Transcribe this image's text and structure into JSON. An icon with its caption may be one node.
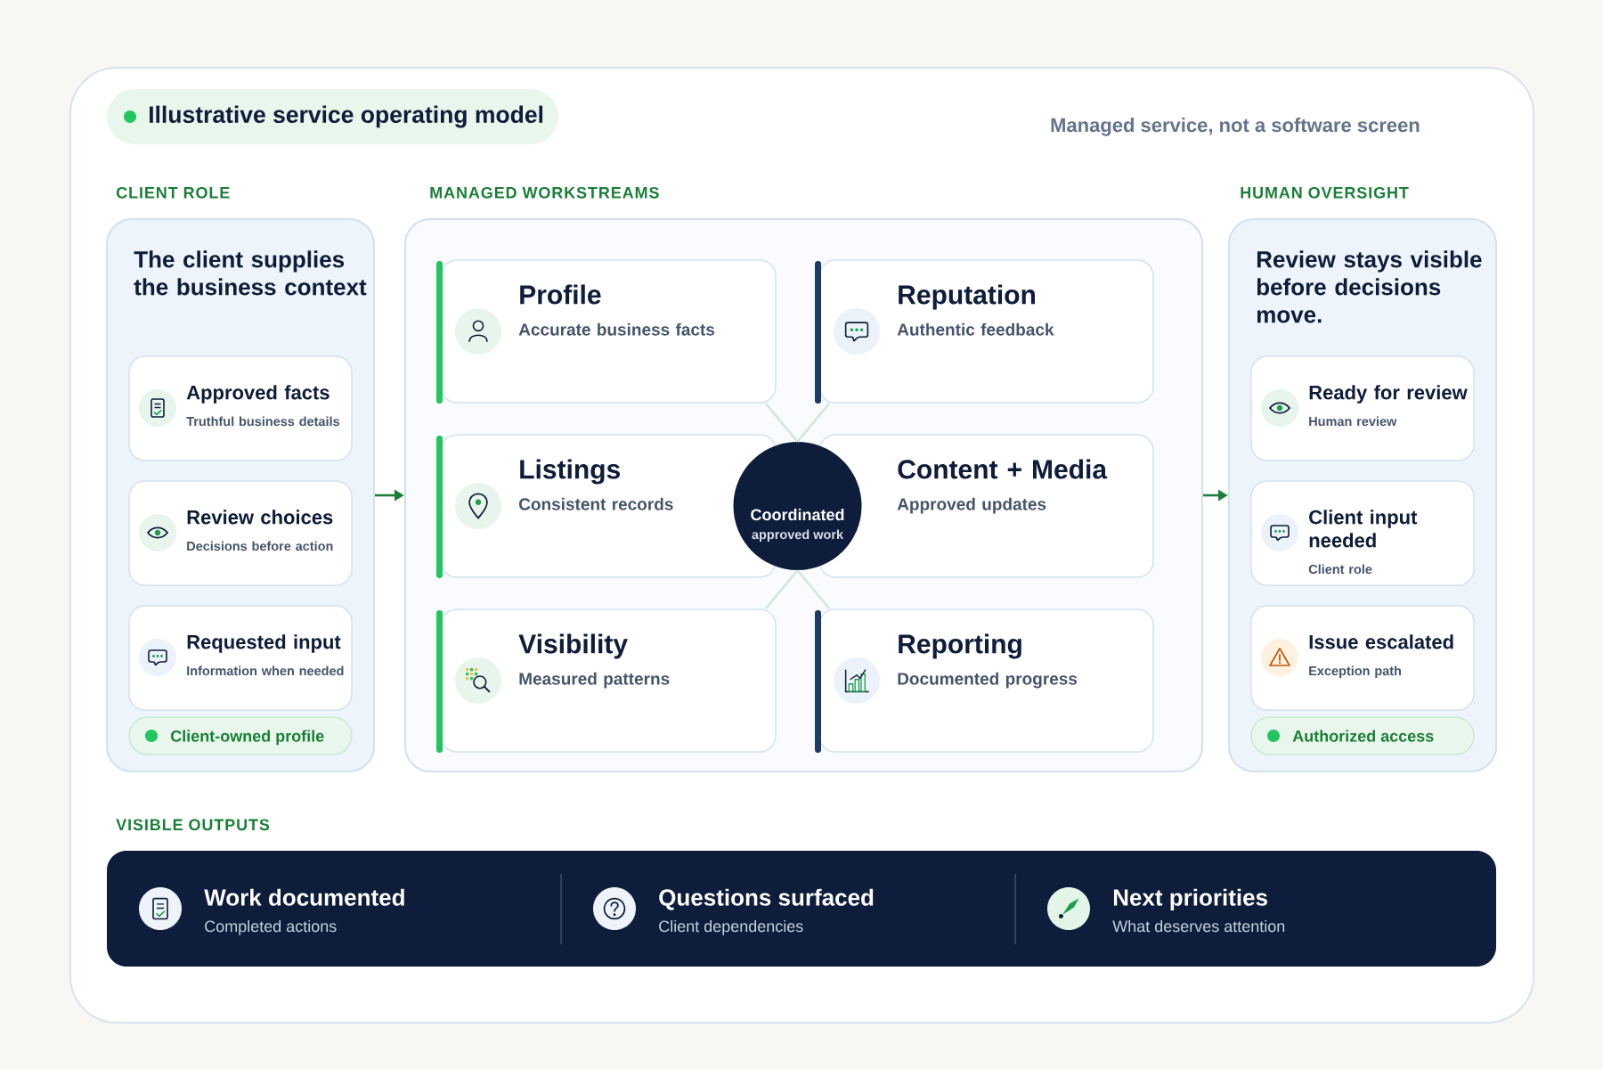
{
  "diagram": {
    "title": "Illustrative service operating model",
    "nodes": [
      {
        "text": [
          "CLIENT ROLE",
          "The client supplies the business context"
        ]
      },
      {
        "text": [
          "Approved facts",
          "Truthful business details"
        ],
        "in": 0
      },
      {
        "text": [
          "Review choices",
          "Decisions before action"
        ],
        "in": 0
      },
      {
        "text": [
          "Requested input",
          "Information when needed"
        ],
        "in": 0
      },
      {
        "text": [
          "Client-owned profile"
        ],
        "in": 0
      },
      {
        "text": [
          "MANAGED WORKSTREAMS"
        ]
      },
      {
        "text": [
          "Profile",
          "Accurate business facts"
        ],
        "in": 5
      },
      {
        "text": [
          "Reputation",
          "Authentic feedback"
        ],
        "in": 5
      },
      {
        "text": [
          "Listings",
          "Consistent records"
        ],
        "in": 5
      },
      {
        "text": [
          "Content + Media",
          "Approved updates"
        ],
        "in": 5
      },
      {
        "text": [
          "Visibility",
          "Measured patterns"
        ],
        "in": 5
      },
      {
        "text": [
          "Reporting",
          "Documented progress"
        ],
        "in": 5
      },
      {
        "text": [
          "Coordinated",
          "approved work"
        ],
        "in": 5
      },
      {
        "text": [
          "HUMAN OVERSIGHT",
          "Review stays visible before decisions move."
        ]
      },
      {
        "text": [
          "Ready for review",
          "Human review"
        ],
        "in": 13
      },
      {
        "text": [
          "Client input needed",
          "Client role"
        ],
        "in": 13
      },
      {
        "text": [
          "Issue escalated",
          "Exception path"
        ],
        "in": 13
      },
      {
        "text": [
          "Authorized access"
        ],
        "in": 13
      },
      {
        "text": [
          "VISIBLE OUTPUTS",
          "Work documented",
          "Completed actions",
          "Questions surfaced",
          "Client dependencies",
          "Next priorities",
          "What deserves attention"
        ]
      }
    ],
    "edges": [
      {
        "from": 0,
        "to": 5,
        "arrow": "to",
        "color": "#1b7f3b"
      },
      {
        "from": 5,
        "to": 13,
        "arrow": "to",
        "color": "#1b7f3b"
      },
      {
        "from": 12,
        "to": 6,
        "arrow": "none"
      },
      {
        "from": 12,
        "to": 7,
        "arrow": "none"
      },
      {
        "from": 12,
        "to": 10,
        "arrow": "none"
      },
      {
        "from": 12,
        "to": 11,
        "arrow": "none"
      }
    ],
    "labels": [
      "Managed service, not a software screen"
    ]
  }
}
